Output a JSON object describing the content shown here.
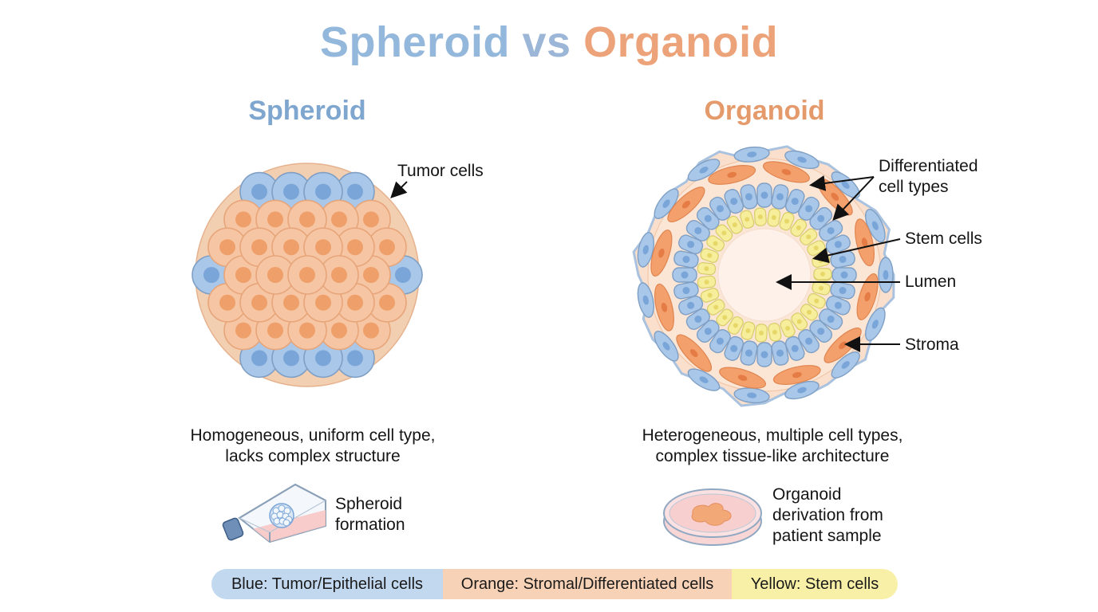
{
  "title": {
    "part1": "Spheroid",
    "part2": "vs",
    "part3": "Organoid"
  },
  "spheroid": {
    "heading": "Spheroid",
    "label_tumor": "Tumor cells",
    "caption_line1": "Homogeneous, uniform cell type,",
    "caption_line2": "lacks complex structure",
    "formation_line1": "Spheroid",
    "formation_line2": "formation"
  },
  "organoid": {
    "heading": "Organoid",
    "label_diff_line1": "Differentiated",
    "label_diff_line2": "cell types",
    "label_stem": "Stem cells",
    "label_lumen": "Lumen",
    "label_stroma": "Stroma",
    "caption_line1": "Heterogeneous, multiple cell types,",
    "caption_line2": "complex tissue-like architecture",
    "derivation_line1": "Organoid",
    "derivation_line2": "derivation from",
    "derivation_line3": "patient sample"
  },
  "legend": {
    "blue": "Blue: Tumor/Epithelial cells",
    "orange": "Orange: Stromal/Differentiated cells",
    "yellow": "Yellow: Stem cells"
  },
  "colors": {
    "blue": "#a9c7e8",
    "blue_nucleus": "#7aa5d8",
    "orange": "#f6c5a3",
    "orange_nucleus": "#ef9f69",
    "yellow": "#f7ee9c",
    "legend_blue": "#c2d8ef",
    "legend_orange": "#f8d2b6",
    "legend_yellow": "#f8f0a6"
  }
}
